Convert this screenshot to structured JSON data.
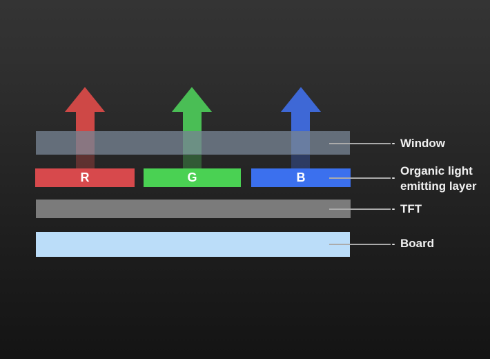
{
  "bars": {
    "r": {
      "label": "R",
      "color": "#d7494c"
    },
    "g": {
      "label": "G",
      "color": "#4ad153"
    },
    "b": {
      "label": "B",
      "color": "#3b70ee"
    }
  },
  "arrows": {
    "red": {
      "color": "#ce4846"
    },
    "green": {
      "color": "#4abe55"
    },
    "blue": {
      "color": "#3e68d6"
    }
  },
  "layers": {
    "window": {
      "label": "Window",
      "fill": "rgba(118,131,146,0.78)"
    },
    "organic": {
      "label": "Organic light emitting layer",
      "label_line1": "Organic light",
      "label_line2": "emitting layer"
    },
    "tft": {
      "label": "TFT",
      "fill": "#7b7b7b"
    },
    "board": {
      "label": "Board",
      "fill": "#bbddf9"
    }
  },
  "colors": {
    "background_top": "#343434",
    "background_bottom": "#141414",
    "label_text": "#f1f1f1",
    "bar_text": "#ffffff",
    "leader_line": "#ababab"
  }
}
